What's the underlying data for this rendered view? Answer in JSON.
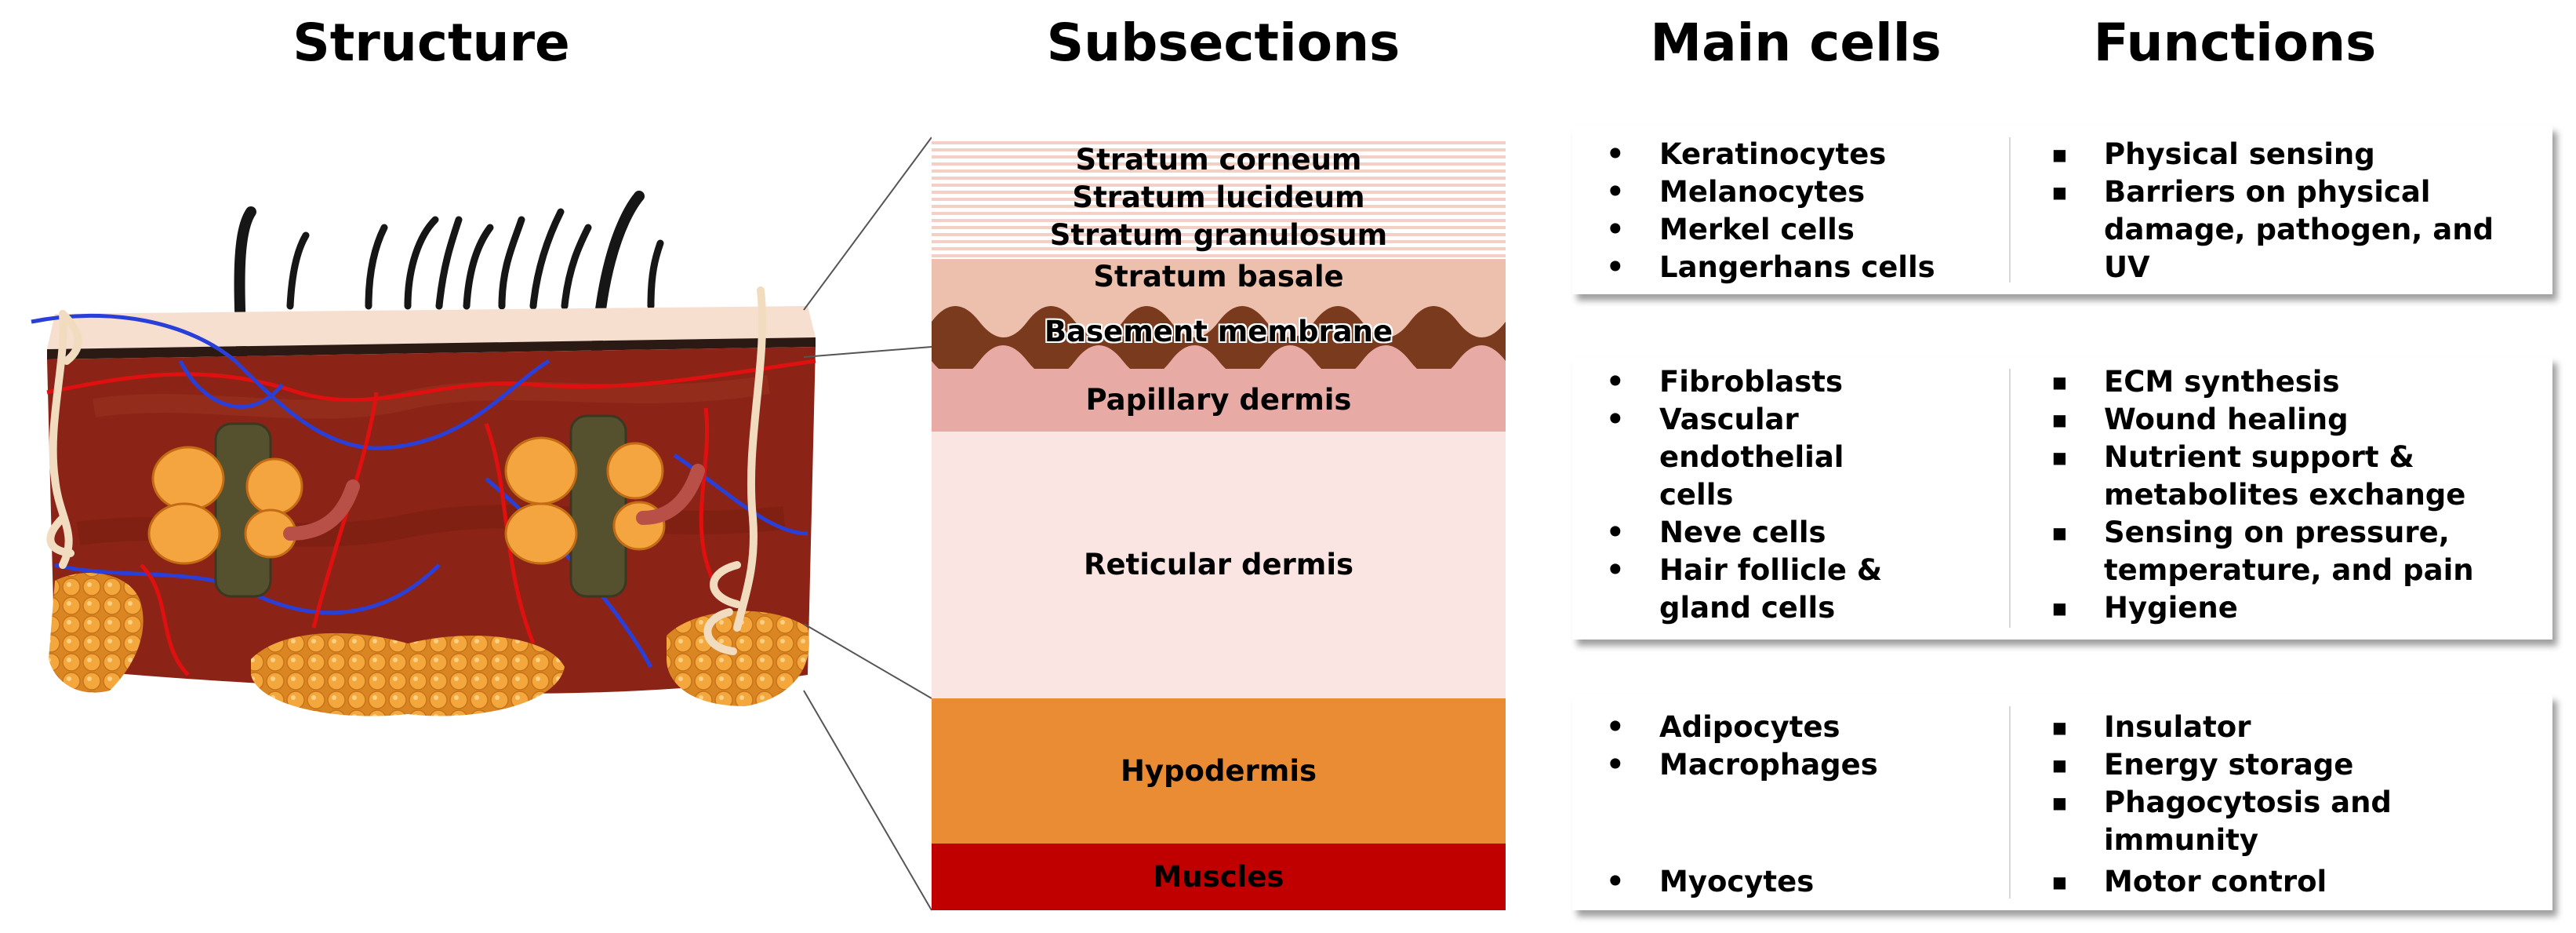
{
  "headers": {
    "structure": "Structure",
    "subsections": "Subsections",
    "main_cells": "Main cells",
    "functions": "Functions"
  },
  "subsections": {
    "stratum_corneum": "Stratum corneum",
    "stratum_lucideum": "Stratum lucideum",
    "stratum_granulosum": "Stratum granulosum",
    "stratum_basale": "Stratum basale",
    "basement_membrane": "Basement membrane",
    "papillary_dermis": "Papillary dermis",
    "reticular_dermis": "Reticular dermis",
    "hypodermis": "Hypodermis",
    "muscles": "Muscles"
  },
  "colors": {
    "stratum_stripes": "#f3cfc6",
    "stratum_basale": "#edbfad",
    "basement_membrane": "#7a3a1e",
    "papillary_dermis": "#e8aaa5",
    "reticular_dermis": "#fbe5e3",
    "hypodermis": "#e98c34",
    "muscles": "#c00000",
    "dermis_tissue": "#8b2416",
    "fat_lobules": "#f0a338",
    "hair": "#1a1a1a",
    "blood_vessel_red": "#e01010",
    "blood_vessel_blue": "#2a3fd8",
    "nerve": "#f2dcc0"
  },
  "epidermis": {
    "cells": [
      "Keratinocytes",
      "Melanocytes",
      "Merkel cells",
      "Langerhans cells"
    ],
    "functions": [
      "Physical sensing",
      "Barriers on physical damage, pathogen, and UV"
    ]
  },
  "dermis": {
    "cells": [
      "Fibroblasts",
      "Vascular endothelial cells",
      "Neve cells",
      "Hair follicle & gland cells"
    ],
    "functions": [
      "ECM synthesis",
      "Wound healing",
      "Nutrient support & metabolites exchange",
      "Sensing on pressure, temperature, and pain",
      "Hygiene"
    ]
  },
  "hypodermis": {
    "cells": [
      "Adipocytes",
      "Macrophages"
    ],
    "functions": [
      "Insulator",
      "Energy storage",
      "Phagocytosis and immunity"
    ]
  },
  "muscle": {
    "cells": [
      "Myocytes"
    ],
    "functions": [
      "Motor control"
    ]
  }
}
